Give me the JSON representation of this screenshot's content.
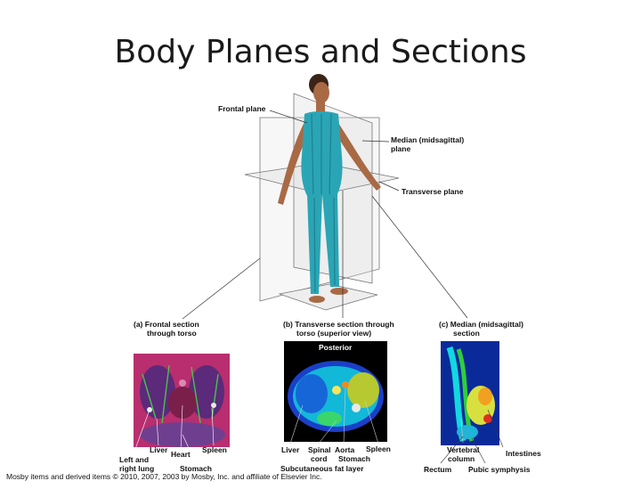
{
  "title": "Body Planes and Sections",
  "figure": {
    "labels": {
      "frontal_plane": "Frontal plane",
      "median_plane_1": "Median (midsagittal)",
      "median_plane_2": "plane",
      "transverse_plane": "Transverse plane"
    },
    "panels": {
      "a_1": "(a) Frontal section",
      "a_2": "through torso",
      "b_1": "(b) Transverse section through",
      "b_2": "torso (superior view)",
      "c_1": "(c) Median (midsagittal)",
      "c_2": "section",
      "posterior": "Posterior"
    },
    "structures": {
      "liver_a": "Liver",
      "heart": "Heart",
      "spleen_a": "Spleen",
      "left_right_lung_1": "Left and",
      "left_right_lung_2": "right lung",
      "stomach_a": "Stomach",
      "liver_b": "Liver",
      "spinal_cord_1": "Spinal",
      "spinal_cord_2": "cord",
      "aorta": "Aorta",
      "spleen_b": "Spleen",
      "stomach_b": "Stomach",
      "subcutaneous_fat": "Subcutaneous fat layer",
      "vertebral_column_1": "Vertebral",
      "vertebral_column_2": "column",
      "intestines": "Intestines",
      "rectum": "Rectum",
      "pubic_symphysis": "Pubic symphysis"
    }
  },
  "footer": "Mosby items and derived items © 2010, 2007, 2003 by Mosby, Inc. and affiliate of Elsevier Inc."
}
